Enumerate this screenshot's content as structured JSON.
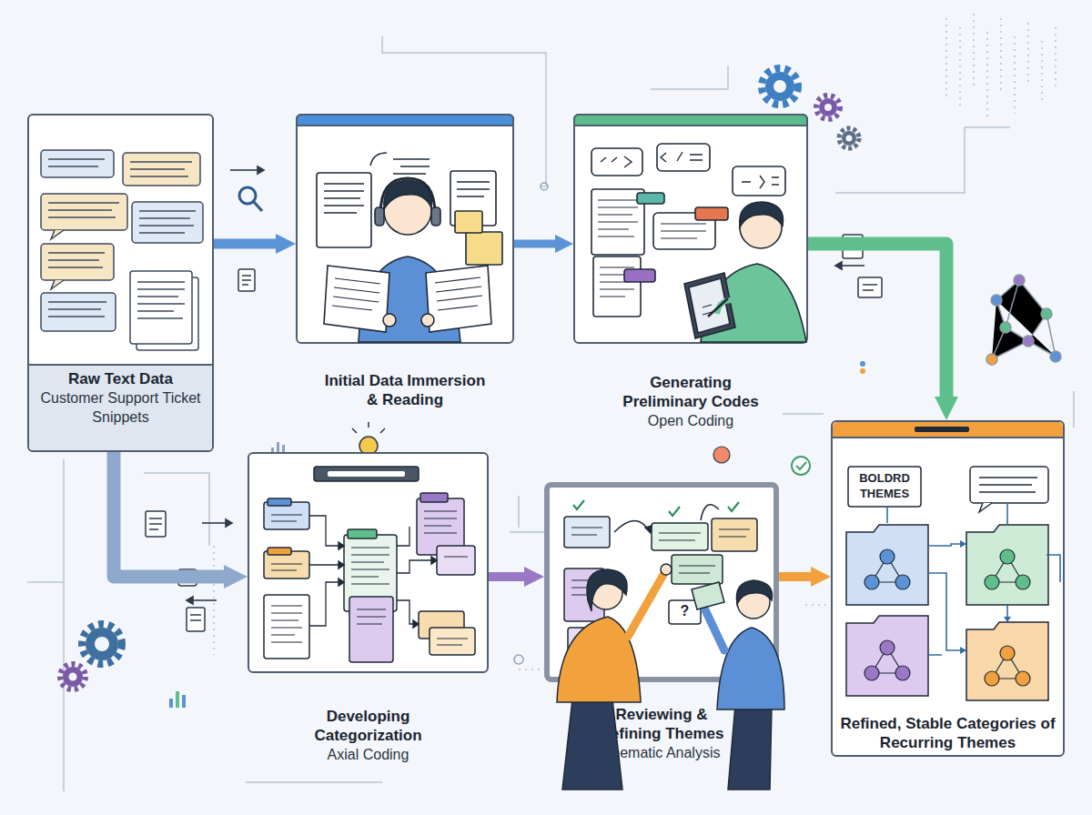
{
  "diagram": {
    "nodes": [
      {
        "text": [
          "Raw Text Data",
          "Customer Support Ticket Snippets"
        ]
      },
      {
        "text": [
          "Initial Data Immersion & Reading"
        ]
      },
      {
        "text": [
          "Generating Preliminary Codes",
          "Open Coding"
        ]
      },
      {
        "text": [
          "Developing Categorization",
          "Axial Coding"
        ]
      },
      {
        "text": [
          "Reviewing & Refining Themes",
          "Thematic Analysis"
        ]
      },
      {
        "text": [
          "Refined, Stable Categories of Recurring Themes"
        ]
      }
    ],
    "edges": [
      {
        "from": 0,
        "to": 1,
        "arrow": "to"
      },
      {
        "from": 1,
        "to": 2,
        "arrow": "to"
      },
      {
        "from": 2,
        "to": 5,
        "arrow": "to"
      },
      {
        "from": 0,
        "to": 3,
        "arrow": "to"
      },
      {
        "from": 3,
        "to": 4,
        "arrow": "to"
      },
      {
        "from": 4,
        "to": 5,
        "arrow": "to"
      }
    ],
    "labels": [
      "BOLDRD THEMES",
      "?"
    ]
  }
}
